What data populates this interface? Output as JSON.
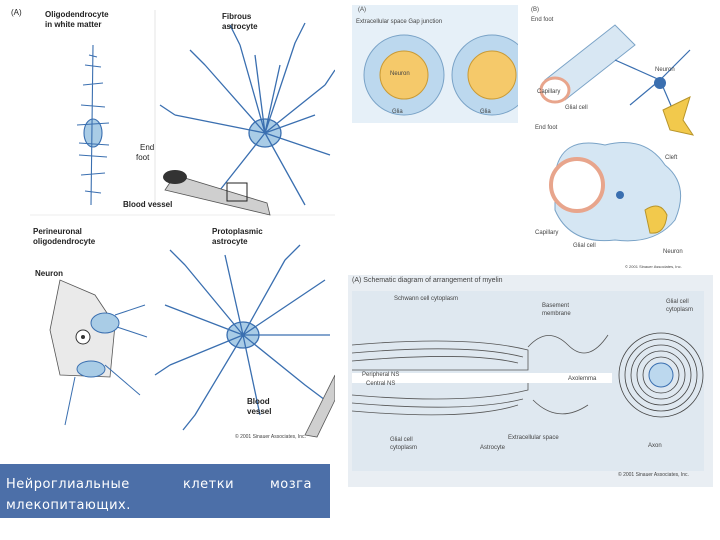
{
  "panel_a": {
    "tag": "(A)",
    "oligo_white": [
      "Oligodendrocyte",
      "in white matter"
    ],
    "fibrous": [
      "Fibrous",
      "astrocyte"
    ],
    "end_foot": [
      "End",
      "foot"
    ],
    "blood_vessel": "Blood vessel",
    "perineuronal": [
      "Perineuronal",
      "oligodendrocyte"
    ],
    "protoplasmic": [
      "Protoplasmic",
      "astrocyte"
    ],
    "neuron": "Neuron",
    "blood_vessel_2": [
      "Blood",
      "vessel"
    ],
    "copyright": "© 2001 Sinauer Associates, Inc."
  },
  "panel_b": {
    "tag": "(A)",
    "header": "Extracellular space  Gap junction",
    "neuron": "Neuron",
    "glia_left": "Glia",
    "glia_right": "Glia"
  },
  "panel_c": {
    "tag": "(B)",
    "end_foot": "End foot",
    "neuron": "Neuron",
    "capillary": "Capillary",
    "glial_cell": "Glial cell",
    "end_foot_2": "End foot",
    "cleft": "Cleft",
    "capillary_2": "Capillary",
    "glial_cell_2": "Glial cell",
    "neuron_2": "Neuron",
    "copyright": "© 2001 Sinauer Associates, Inc."
  },
  "panel_d": {
    "title": "(A)  Schematic diagram of arrangement of myelin",
    "schwann": "Schwann cell cytoplasm",
    "basement": [
      "Basement",
      "membrane"
    ],
    "glial_cyto": [
      "Glial cell",
      "cytoplasm"
    ],
    "peripheral": "Peripheral NS",
    "central": "Central NS",
    "axolemma": "Axolemma",
    "glial_cell_cyto": [
      "Glial cell",
      "cytoplasm"
    ],
    "extracellular": "Extracellular space",
    "astrocyte": "Astrocyte",
    "axon": "Axon",
    "copyright": "© 2001 Sinauer Associates, Inc."
  },
  "caption": {
    "word1": "Нейроглиальные",
    "word2": "клетки",
    "word3": "мозга",
    "line2": "млекопитающих."
  },
  "colors": {
    "cell_blue": "#3a6fb0",
    "light_blue": "#a9cce6",
    "caption_bg": "#4c6fa8",
    "neuron_yellow": "#f2c94c",
    "capillary_pink": "#e8a58c"
  }
}
